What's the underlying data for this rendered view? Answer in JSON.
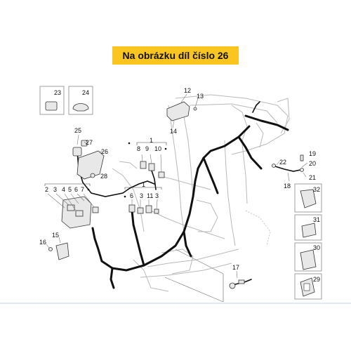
{
  "banner": {
    "text": "Na obrázku díl číslo 26"
  },
  "callouts": {
    "c23": "23",
    "c24": "24",
    "c12": "12",
    "c13": "13",
    "c14": "14",
    "c25": "25",
    "c27": "27",
    "c26": "26",
    "c28": "28",
    "c1a": "1",
    "c8": "8",
    "c9": "9",
    "c10": "10",
    "c2": "2",
    "c3a": "3",
    "c4": "4",
    "c5": "5",
    "c6a": "6",
    "c7": "7",
    "c1b": "1",
    "c6b": "6",
    "c3b": "3",
    "c11": "11",
    "c3c": "3",
    "c15": "15",
    "c16": "16",
    "c17": "17",
    "c22": "22",
    "c19": "19",
    "c20": "20",
    "c21": "21",
    "c18": "18",
    "c32": "32",
    "c31": "31",
    "c30": "30",
    "c29": "29"
  },
  "colors": {
    "banner": "#f9c51e",
    "harness": "#111111",
    "frame": "#b9b9b9",
    "divider": "#c9d6ea"
  }
}
